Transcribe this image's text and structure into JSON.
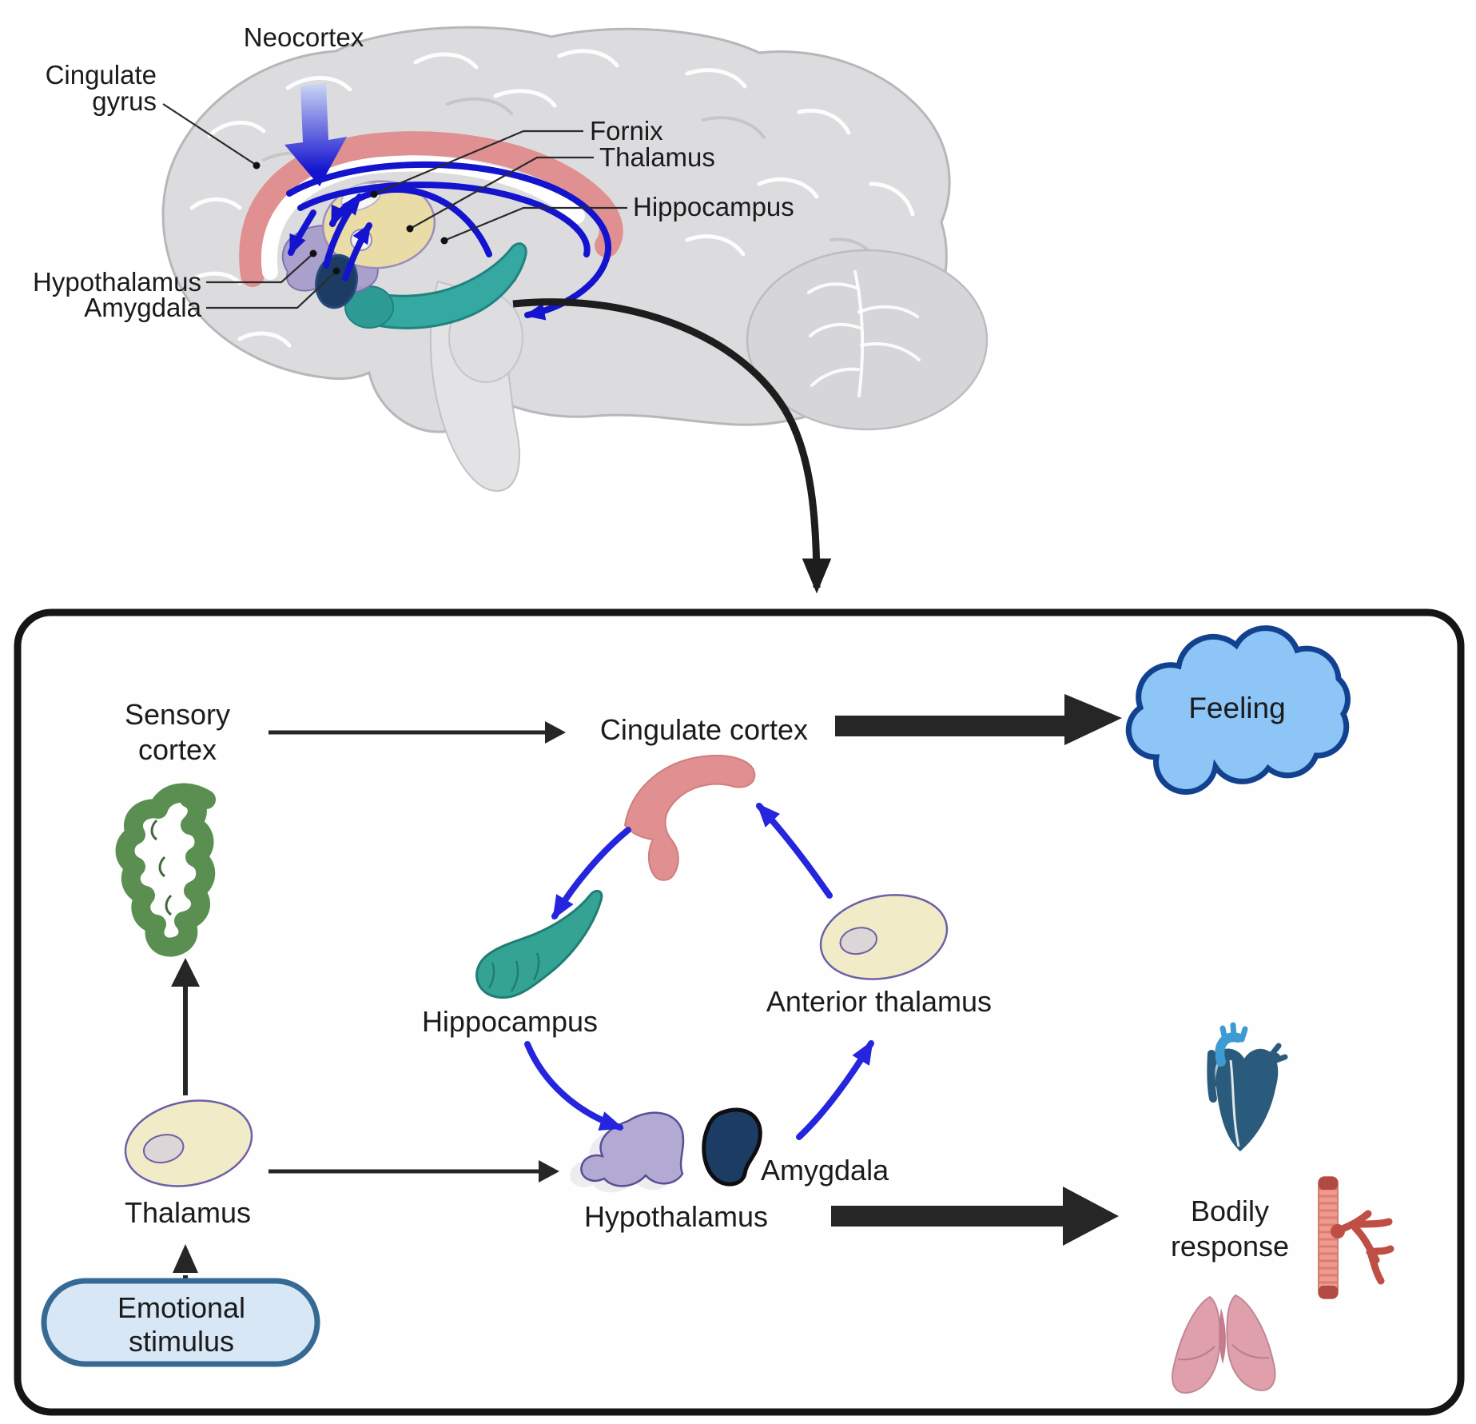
{
  "figure": {
    "brain": {
      "labels": {
        "neocortex": "Neocortex",
        "cingulate_gyrus_line1": "Cingulate",
        "cingulate_gyrus_line2": "gyrus",
        "fornix": "Fornix",
        "thalamus": "Thalamus",
        "hippocampus": "Hippocampus",
        "hypothalamus": "Hypothalamus",
        "amygdala": "Amygdala"
      }
    },
    "flow": {
      "sensory_cortex_line1": "Sensory",
      "sensory_cortex_line2": "cortex",
      "cingulate_cortex": "Cingulate cortex",
      "feeling": "Feeling",
      "hippocampus": "Hippocampus",
      "anterior_thalamus": "Anterior thalamus",
      "thalamus": "Thalamus",
      "amygdala": "Amygdala",
      "hypothalamus": "Hypothalamus",
      "emotional_stimulus_line1": "Emotional",
      "emotional_stimulus_line2": "stimulus",
      "bodily_response_line1": "Bodily",
      "bodily_response_line2": "response"
    },
    "colors": {
      "arrow_blue": "#2525dd",
      "brain_arrow_blue": "#1414cf",
      "cloud_fill": "#8cc5f6",
      "cloud_border": "#12418f",
      "stimulus_fill": "#d7e7f5",
      "stimulus_border": "#366a94",
      "cingulate_pink": "#e09090",
      "hippocampus_teal": "#35a393",
      "thalamus_cream": "#f1ebc8",
      "oval_border": "#6f5fa6",
      "hypothalamus_lavender": "#b3aad4",
      "amygdala_navy": "#1d3c64",
      "sensory_green": "#5a8f51",
      "heart_blue": "#2b5b7c",
      "aorta_blue": "#3d9ad3",
      "vessel_salmon": "#ef9a8c",
      "vessel_branch_red": "#bf4f44",
      "lungs_pink": "#dfa0ab",
      "panel_border": "#151515"
    },
    "icons": [
      "sagittal-brain-illustration",
      "thought-cloud",
      "heart-icon",
      "blood-vessel-icon",
      "lungs-icon",
      "gyrus-squiggle-icon"
    ]
  }
}
